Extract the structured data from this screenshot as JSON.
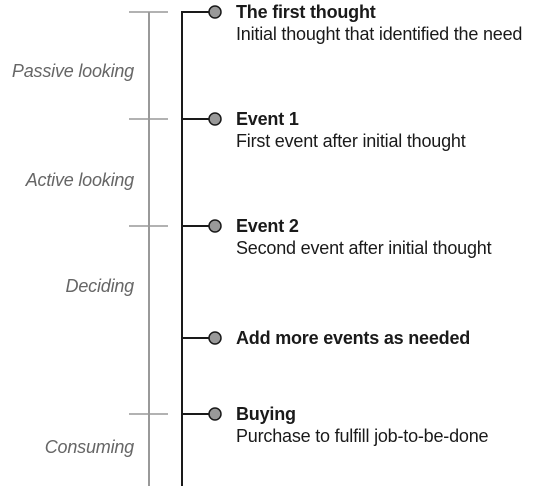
{
  "phases": [
    {
      "label": "Passive looking"
    },
    {
      "label": "Active looking"
    },
    {
      "label": "Deciding"
    },
    {
      "label": "Consuming"
    }
  ],
  "events": [
    {
      "title": "The first thought",
      "description": "Initial thought that identified the need"
    },
    {
      "title": "Event 1",
      "description": "First event after initial thought"
    },
    {
      "title": "Event 2",
      "description": "Second event after initial thought"
    },
    {
      "title": "Add more events as needed",
      "description": ""
    },
    {
      "title": "Buying",
      "description": "Purchase to fulfill job-to-be-done"
    }
  ],
  "colors": {
    "phase_line": "#999999",
    "event_line": "#1a1a1a",
    "node_fill": "#999999",
    "node_stroke": "#1a1a1a",
    "phase_text": "#666666",
    "event_text": "#1a1a1a"
  }
}
